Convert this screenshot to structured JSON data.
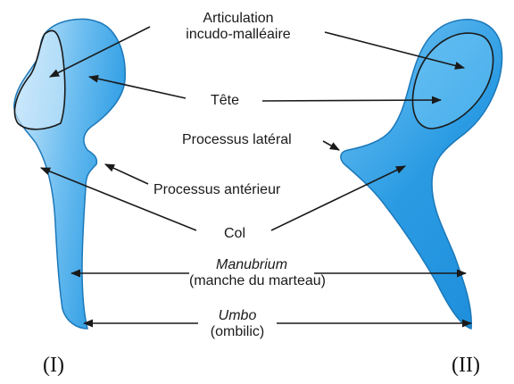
{
  "colors": {
    "bone_fill": "#2a9be3",
    "bone_light": "#9fd3f4",
    "bone_outline": "#1c78b8",
    "arrow": "#1a1a1a"
  },
  "labels": {
    "articulation_line1": "Articulation",
    "articulation_line2": "incudo-malléaire",
    "tete": "Tête",
    "processus_lateral": "Processus latéral",
    "processus_anterieur": "Processus antérieur",
    "col": "Col",
    "manubrium": "Manubrium",
    "manubrium_sub": "(manche du marteau)",
    "umbo": "Umbo",
    "umbo_sub": "(ombilic)"
  },
  "views": {
    "left": "(I)",
    "right": "(II)"
  }
}
